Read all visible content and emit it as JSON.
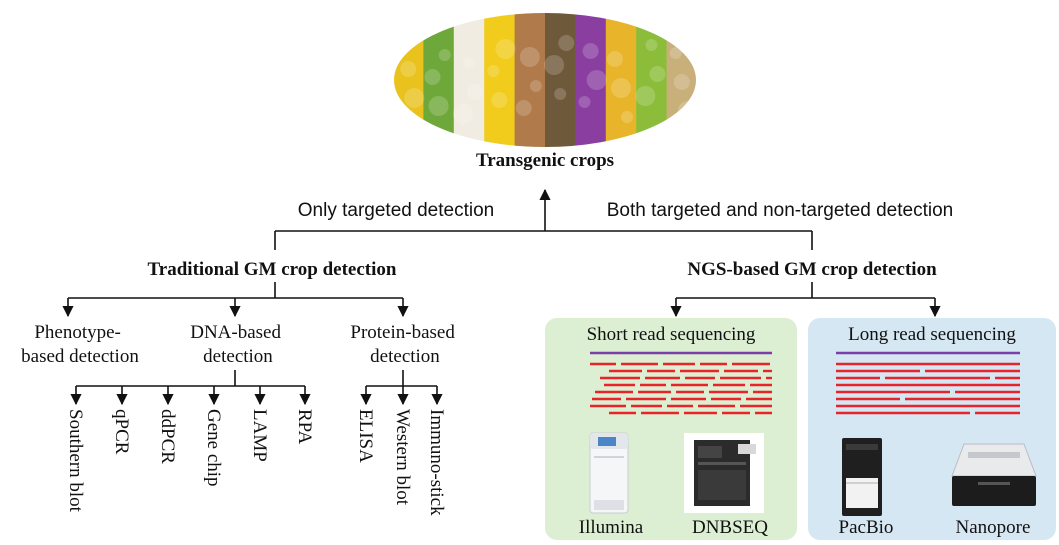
{
  "top_label": "Transgenic crops",
  "branch_left_label": "Only targeted detection",
  "branch_right_label": "Both targeted and non-targeted detection",
  "traditional": {
    "title": "Traditional GM crop detection",
    "categories": [
      {
        "lines": [
          "Phenotype-",
          "based detection"
        ]
      },
      {
        "lines": [
          "DNA-based",
          "detection"
        ]
      },
      {
        "lines": [
          "Protein-based",
          "detection"
        ]
      }
    ],
    "dna_methods": [
      "Southern blot",
      "qPCR",
      "ddPCR",
      "Gene chip",
      "LAMP",
      "RPA"
    ],
    "protein_methods": [
      "ELISA",
      "Western blot",
      "Immuno-stick"
    ]
  },
  "ngs": {
    "title": "NGS-based GM crop detection",
    "short_read": {
      "title": "Short read sequencing",
      "platforms": [
        "Illumina",
        "DNBSEQ"
      ],
      "bg_color": "#dcefd3"
    },
    "long_read": {
      "title": "Long read sequencing",
      "platforms": [
        "PacBio",
        "Nanopore"
      ],
      "bg_color": "#d6e7f4"
    }
  },
  "colors": {
    "reference_line": "#7b3fa8",
    "read_line": "#e8232a",
    "crop_palette": [
      "#e9c21e",
      "#6fa83a",
      "#f1ece2",
      "#f1cc1c",
      "#b07a4a",
      "#6e5a3a",
      "#8a3fa0",
      "#e8b52a",
      "#8bbd3a",
      "#c9b07a"
    ]
  }
}
